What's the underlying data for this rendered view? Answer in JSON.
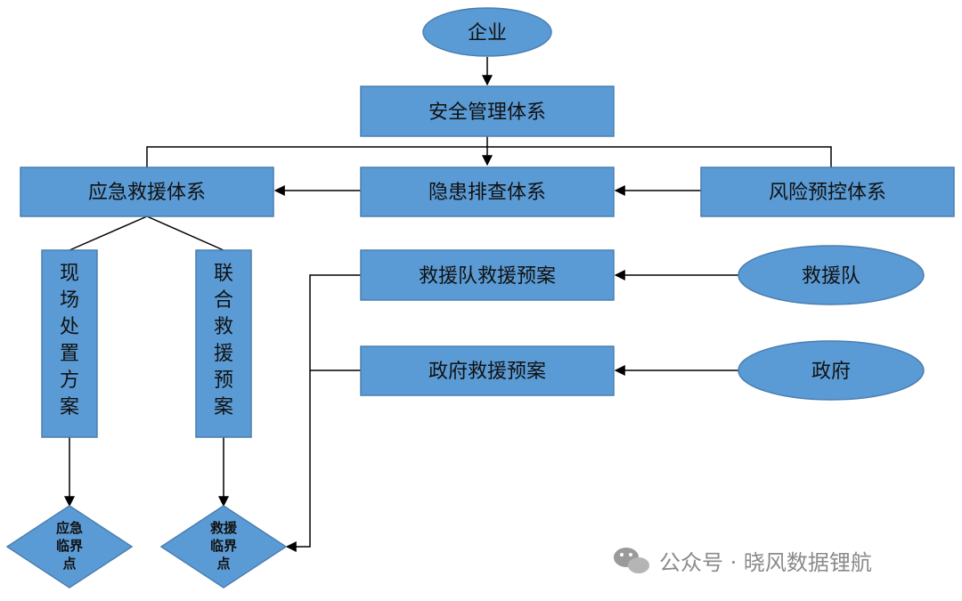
{
  "nodes": {
    "enterprise": "企业",
    "safety_system": "安全管理体系",
    "emergency_system": "应急救援体系",
    "hazard_system": "隐患排查体系",
    "risk_system": "风险预控体系",
    "rescue_team_plan": "救援队救援预案",
    "government_plan": "政府救援预案",
    "rescue_team": "救援队",
    "government": "政府",
    "onsite_plan": [
      "现",
      "场",
      "处",
      "置",
      "方",
      "案"
    ],
    "joint_plan": [
      "联",
      "合",
      "救",
      "援",
      "预",
      "案"
    ],
    "emergency_critical": [
      "应急",
      "临界",
      "点"
    ],
    "rescue_critical": [
      "救援",
      "临界",
      "点"
    ]
  },
  "watermark": {
    "text": "公众号 · 晓风数据锂航",
    "icon": "wechat-icon"
  },
  "colors": {
    "node_fill": "#5b9bd5",
    "node_stroke": "#4a7fb0",
    "connector": "#000000"
  }
}
